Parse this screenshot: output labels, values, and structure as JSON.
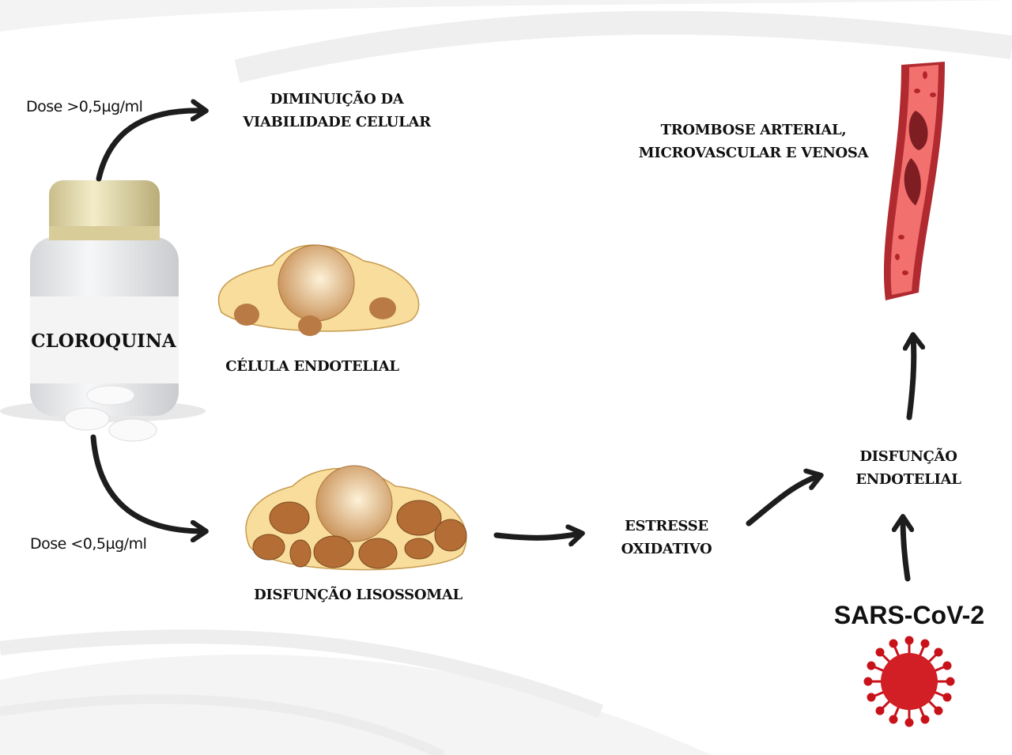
{
  "drug": {
    "name": "CLOROQUINA"
  },
  "doses": {
    "high": "Dose >0,5µg/ml",
    "low": "Dose <0,5µg/ml"
  },
  "nodes": {
    "viability": [
      "DIMINUIÇÃO DA",
      "VIABILIDADE CELULAR"
    ],
    "endothelial_cell": "CÉLULA ENDOTELIAL",
    "lysosomal": "DISFUNÇÃO LISOSSOMAL",
    "oxidative": [
      "ESTRESSE",
      "OXIDATIVO"
    ],
    "endothelial_dysfunction": [
      "DISFUNÇÃO",
      "ENDOTELIAL"
    ],
    "thrombosis": [
      "TROMBOSE ARTERIAL,",
      "MICROVASCULAR E VENOSA"
    ],
    "virus": "SARS-CoV-2"
  },
  "colors": {
    "arrow": "#1d1d1d",
    "cell": "#f8dd9c",
    "organelle": "#b97a45",
    "vessel": "#c0282f",
    "virus": "#c8121a",
    "cap": "#e2d7a8"
  }
}
